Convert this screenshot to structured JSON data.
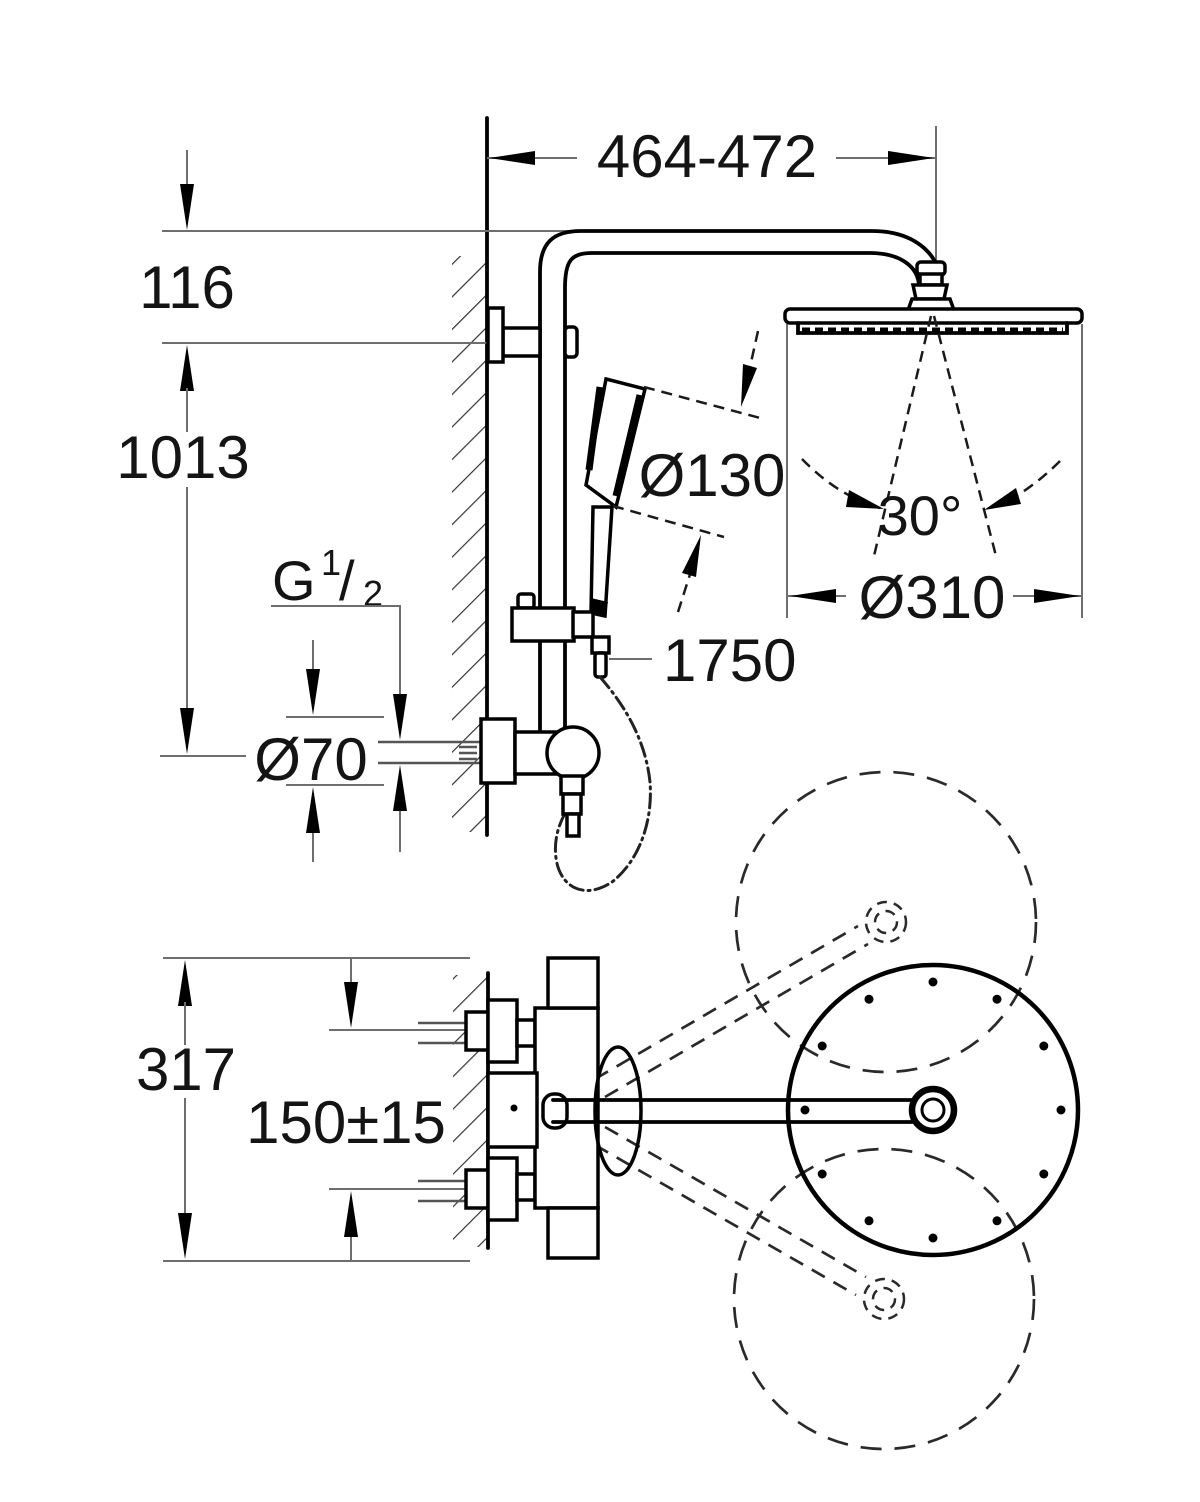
{
  "drawing": {
    "background": "#ffffff",
    "object_line_color": "#000000",
    "dim_line_color": "#6e6e6e",
    "text_color": "#141414",
    "labels": {
      "width_range": "464-472",
      "top_offset": "116",
      "riser_height": "1013",
      "thread": {
        "g": "G",
        "numerator": "1",
        "slash": "/",
        "denominator": "2"
      },
      "hand_shower_diameter": "Ø130",
      "spray_angle": "30°",
      "head_shower_diameter": "Ø310",
      "hose_length": "1750",
      "escutcheon_diameter": "Ø70",
      "body_height": "317",
      "supply_center_distance": "150±15"
    }
  }
}
